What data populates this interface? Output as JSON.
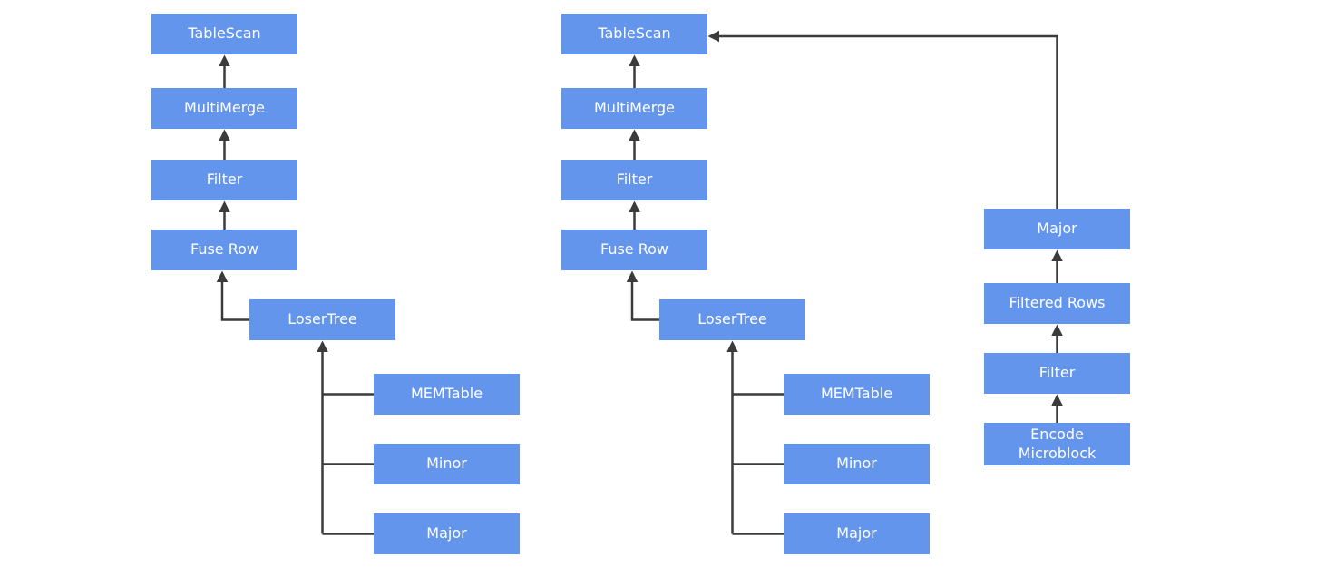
{
  "colors": {
    "node_fill": "#6495ED",
    "node_text": "#ffffff",
    "arrow": "#3b3b3b",
    "background": "#ffffff"
  },
  "pipelines": {
    "left": {
      "tablescan": "TableScan",
      "multimerge": "MultiMerge",
      "filter": "Filter",
      "fuse_row": "Fuse Row",
      "losertree": "LoserTree",
      "memtable": "MEMTable",
      "minor": "Minor",
      "major": "Major"
    },
    "middle": {
      "tablescan": "TableScan",
      "multimerge": "MultiMerge",
      "filter": "Filter",
      "fuse_row": "Fuse Row",
      "losertree": "LoserTree",
      "memtable": "MEMTable",
      "minor": "Minor",
      "major": "Major"
    },
    "right": {
      "major": "Major",
      "filtered_rows": "Filtered Rows",
      "filter": "Filter",
      "encode_microblock": "Encode Microblock"
    }
  }
}
